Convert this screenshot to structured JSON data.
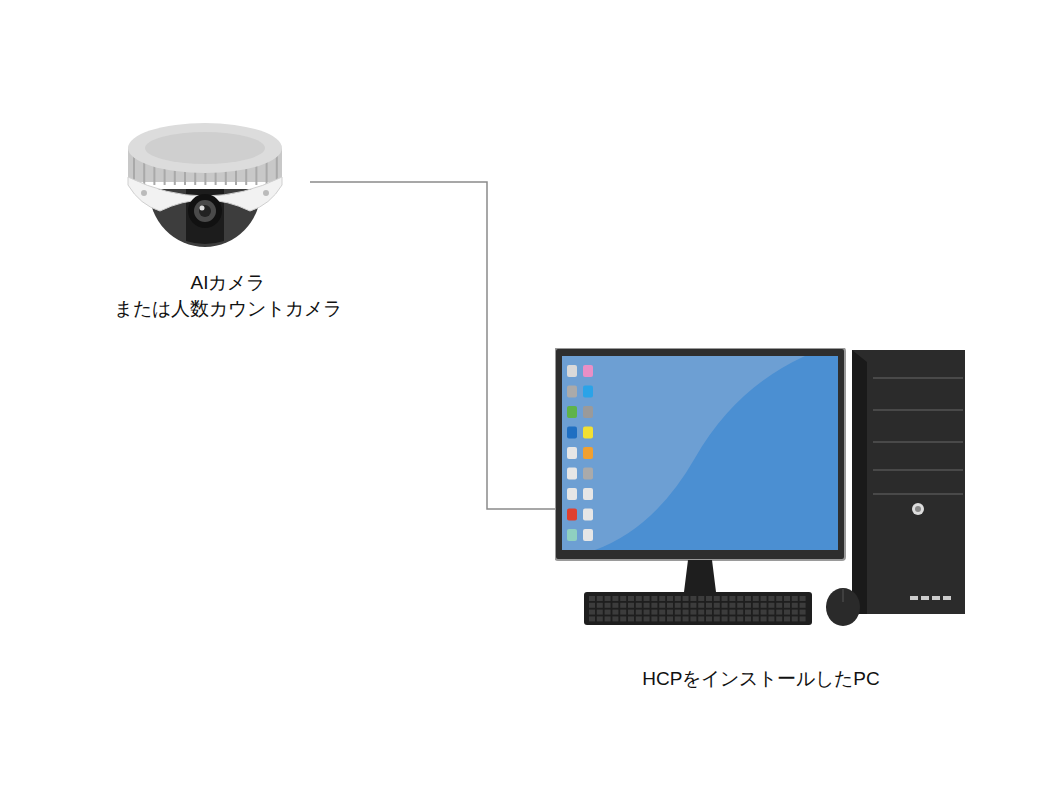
{
  "diagram": {
    "nodes": [
      {
        "text": [
          "AIカメラ または人数カウントカメラ"
        ]
      },
      {
        "text": [
          "HCPをインストールしたPC"
        ]
      }
    ],
    "edges": [
      {
        "from": 0,
        "to": 1,
        "arrow": "none"
      }
    ]
  }
}
